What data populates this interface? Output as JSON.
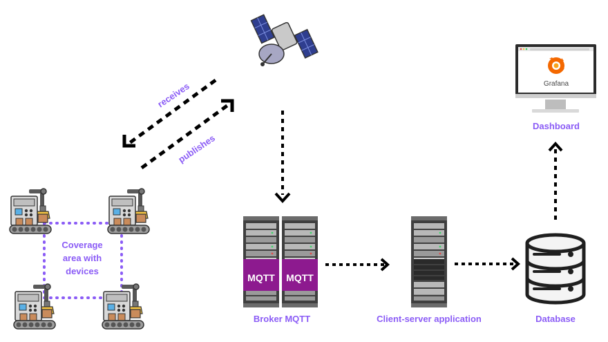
{
  "labels": {
    "receives": "receives",
    "publishes": "publishes",
    "coverage": [
      "Coverage",
      "area with",
      "devices"
    ],
    "mqtt_left": "MQTT",
    "mqtt_right": "MQTT",
    "broker": "Broker MQTT",
    "client_server": "Client-server application",
    "database": "Database",
    "dashboard": "Dashboard",
    "grafana": "Grafana"
  },
  "colors": {
    "accent": "#8b5cf6",
    "mqtt_panel": "#8d1a8f",
    "arrow": "#000000",
    "server_body": "#4b4b4b",
    "grafana_orange": "#f46800"
  },
  "icons": [
    "satellite-icon",
    "factory-robot-icon",
    "server-rack-icon",
    "database-icon",
    "monitor-icon",
    "grafana-logo-icon"
  ]
}
